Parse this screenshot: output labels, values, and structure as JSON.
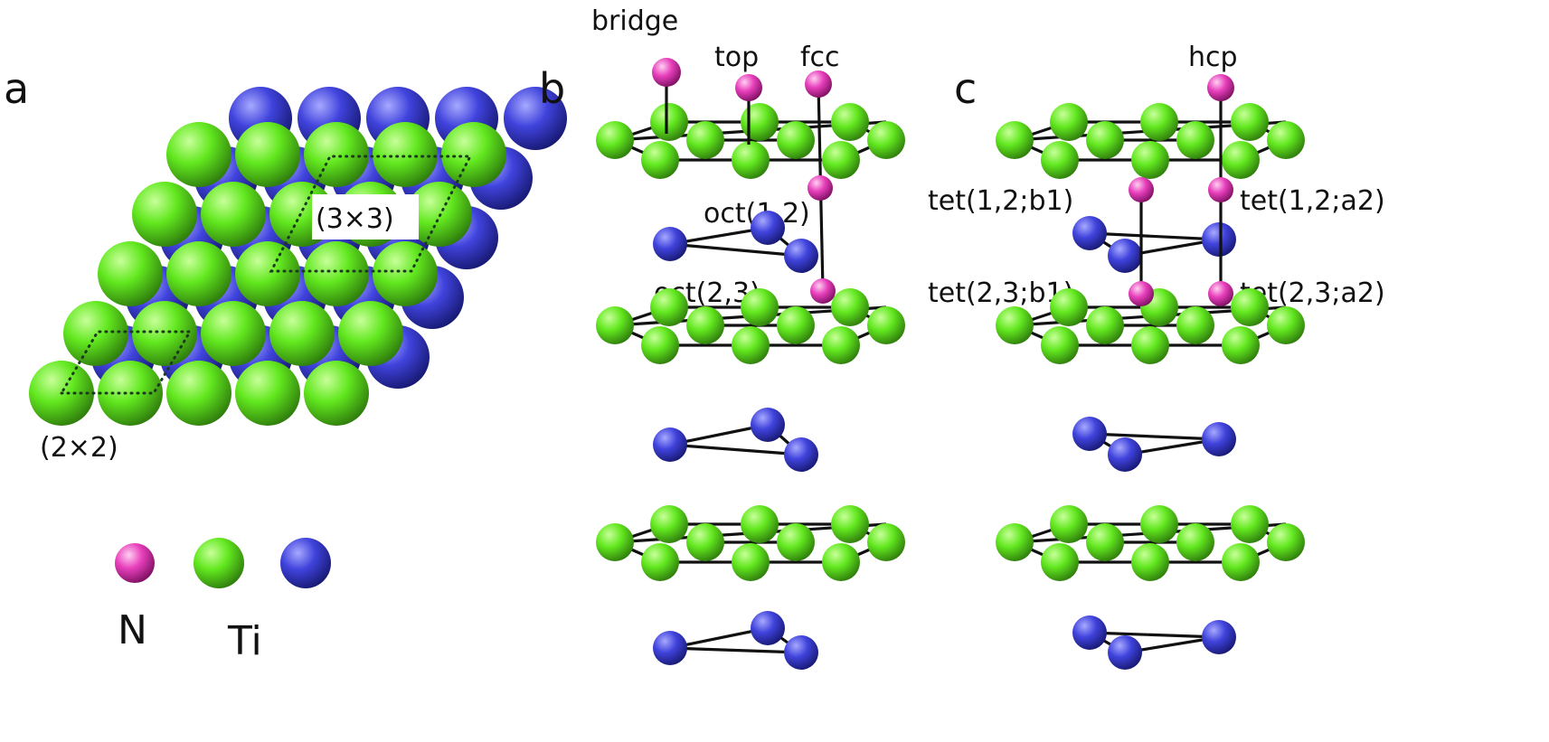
{
  "panels": {
    "a": "a",
    "b": "b",
    "c": "c"
  },
  "panel_a": {
    "cell_3x3": "(3×3)",
    "cell_2x2": "(2×2)"
  },
  "panel_b": {
    "bridge": "bridge",
    "top": "top",
    "fcc": "fcc",
    "oct12": "oct(1,2)",
    "oct23": "oct(2,3)"
  },
  "panel_c": {
    "hcp": "hcp",
    "tet12b1": "tet(1,2;b1)",
    "tet12a2": "tet(1,2;a2)",
    "tet23b1": "tet(2,3;b1)",
    "tet23a2": "tet(2,3;a2)"
  },
  "legend": {
    "n": "N",
    "ti": "Ti"
  },
  "colors": {
    "n_atom": "#e23fb8",
    "ti_atom_layer_a": "#5ce11c",
    "ti_atom_layer_b": "#3a3fd6",
    "bond": "#111111"
  }
}
